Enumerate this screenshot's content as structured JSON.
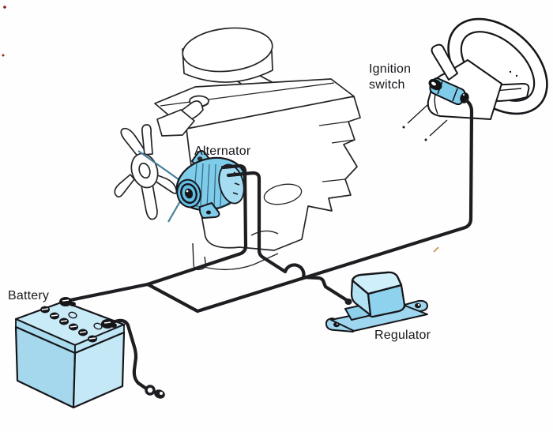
{
  "figure": {
    "type": "technical-illustration",
    "subject": "automotive charging system",
    "labels": {
      "alternator": "Alternator",
      "ignition_line1": "Ignition",
      "ignition_line2": "switch",
      "battery": "Battery",
      "regulator": "Regulator"
    },
    "components": [
      {
        "name": "engine",
        "labeled": false
      },
      {
        "name": "cooling-fan",
        "labeled": false
      },
      {
        "name": "drive-belt",
        "labeled": false
      },
      {
        "name": "alternator",
        "labeled": true
      },
      {
        "name": "battery",
        "labeled": true
      },
      {
        "name": "voltage-regulator",
        "labeled": true
      },
      {
        "name": "ignition-switch",
        "labeled": true
      },
      {
        "name": "steering-wheel",
        "labeled": false
      },
      {
        "name": "steering-column",
        "labeled": false
      },
      {
        "name": "wiring-harness",
        "labeled": false
      },
      {
        "name": "battery-ground-cable",
        "labeled": false
      }
    ],
    "wiring": {
      "junctions": [
        "battery-to-alternator-and-ignition junction",
        "alternator-wire hops over ignition wire near regulator"
      ],
      "runs": [
        "battery positive post to three-way junction",
        "junction up to alternator (two leads)",
        "junction to ignition switch on steering column",
        "alternator lead across crossover hop down to regulator",
        "battery second post to ground connector"
      ]
    },
    "colors": {
      "background": "#fefefe",
      "outline": "#1c1c1e",
      "wire": "#1e1e22",
      "component_blue": "#7fccea",
      "component_blue_light": "#cfeffa",
      "component_blue_mid": "#a5d8ed",
      "belt": "#46809a",
      "text": "#17171c"
    }
  }
}
